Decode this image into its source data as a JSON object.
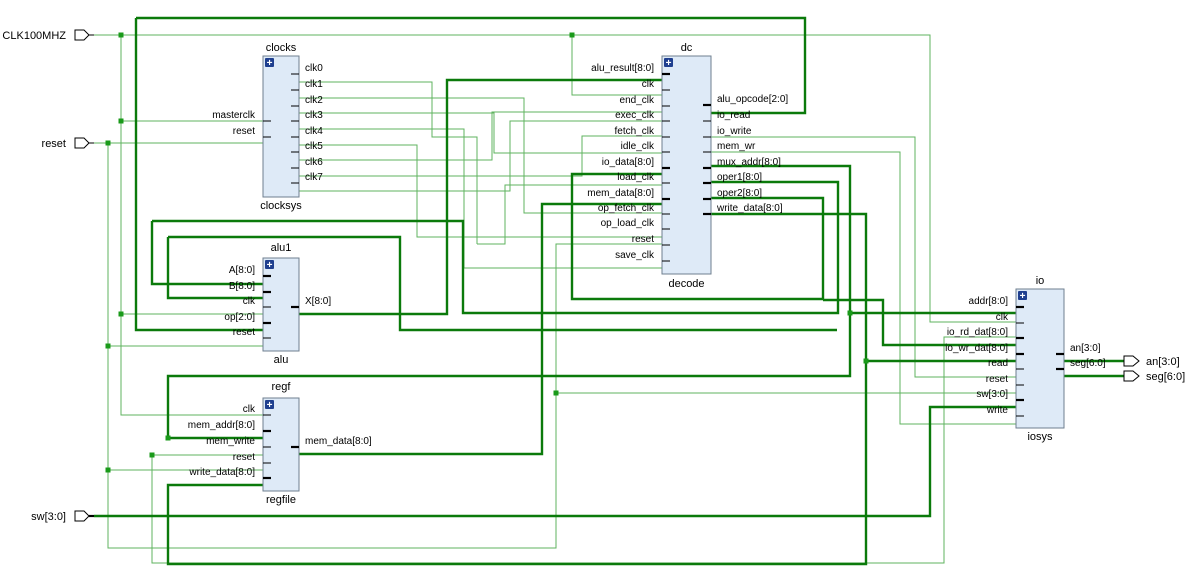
{
  "top_ports": {
    "inputs": [
      "CLK100MHZ",
      "reset",
      "sw[3:0]"
    ],
    "outputs": [
      "an[3:0]",
      "seg[6:0]"
    ]
  },
  "blocks": {
    "clocks": {
      "instance": "clocks",
      "module": "clocksys",
      "inputs": [
        "masterclk",
        "reset"
      ],
      "outputs": [
        "clk0",
        "clk1",
        "clk2",
        "clk3",
        "clk4",
        "clk5",
        "clk6",
        "clk7"
      ]
    },
    "dc": {
      "instance": "dc",
      "module": "decode",
      "inputs": [
        "alu_result[8:0]",
        "clk",
        "end_clk",
        "exec_clk",
        "fetch_clk",
        "idle_clk",
        "io_data[8:0]",
        "load_clk",
        "mem_data[8:0]",
        "op_fetch_clk",
        "op_load_clk",
        "reset",
        "save_clk"
      ],
      "outputs": [
        "alu_opcode[2:0]",
        "io_read",
        "io_write",
        "mem_wr",
        "mux_addr[8:0]",
        "oper1[8:0]",
        "oper2[8:0]",
        "write_data[8:0]"
      ]
    },
    "alu1": {
      "instance": "alu1",
      "module": "alu",
      "inputs": [
        "A[8:0]",
        "B[8:0]",
        "clk",
        "op[2:0]",
        "reset"
      ],
      "outputs": [
        "X[8:0]"
      ]
    },
    "regf": {
      "instance": "regf",
      "module": "regfile",
      "inputs": [
        "clk",
        "mem_addr[8:0]",
        "mem_write",
        "reset",
        "write_data[8:0]"
      ],
      "outputs": [
        "mem_data[8:0]"
      ]
    },
    "io": {
      "instance": "io",
      "module": "iosys",
      "inputs": [
        "addr[8:0]",
        "clk",
        "io_rd_dat[8:0]",
        "io_wr_dat[8:0]",
        "read",
        "reset",
        "sw[3:0]",
        "write"
      ],
      "outputs": [
        "an[3:0]",
        "seg[6:0]"
      ]
    }
  },
  "colors": {
    "wire": "#5fb35f",
    "bus": "#0b7a0b",
    "block_fill": "#deeaf7",
    "block_stroke": "#6f7f8f",
    "expand_icon": "#1f3f8f"
  },
  "icons": {
    "expand": "plus-icon"
  }
}
